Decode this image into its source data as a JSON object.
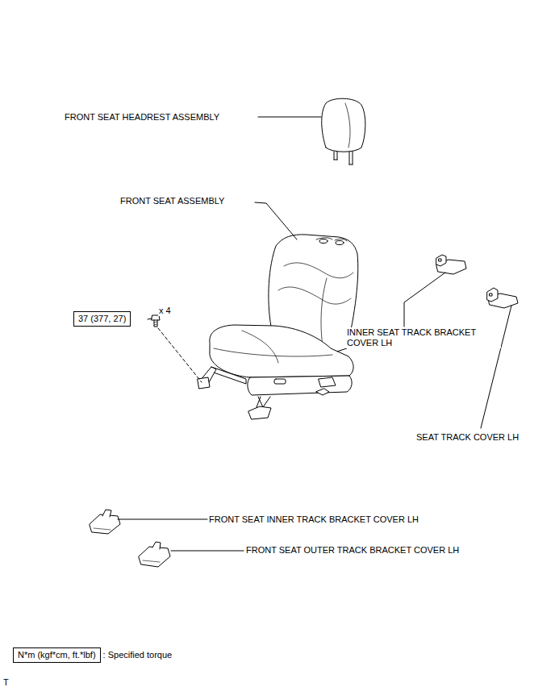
{
  "diagram": {
    "nodes": [
      {
        "text": [
          "37 (377, 27)"
        ]
      },
      {
        "text": [
          "N*m (kgf*cm, ft.*lbf)",
          ": Specified torque"
        ]
      }
    ],
    "labels": [
      "FRONT SEAT HEADREST ASSEMBLY",
      "FRONT SEAT ASSEMBLY",
      "x 4",
      "INNER SEAT TRACK BRACKET COVER LH",
      "SEAT TRACK COVER LH",
      "FRONT SEAT INNER TRACK BRACKET COVER LH",
      "FRONT SEAT OUTER TRACK BRACKET COVER LH",
      "T"
    ]
  }
}
